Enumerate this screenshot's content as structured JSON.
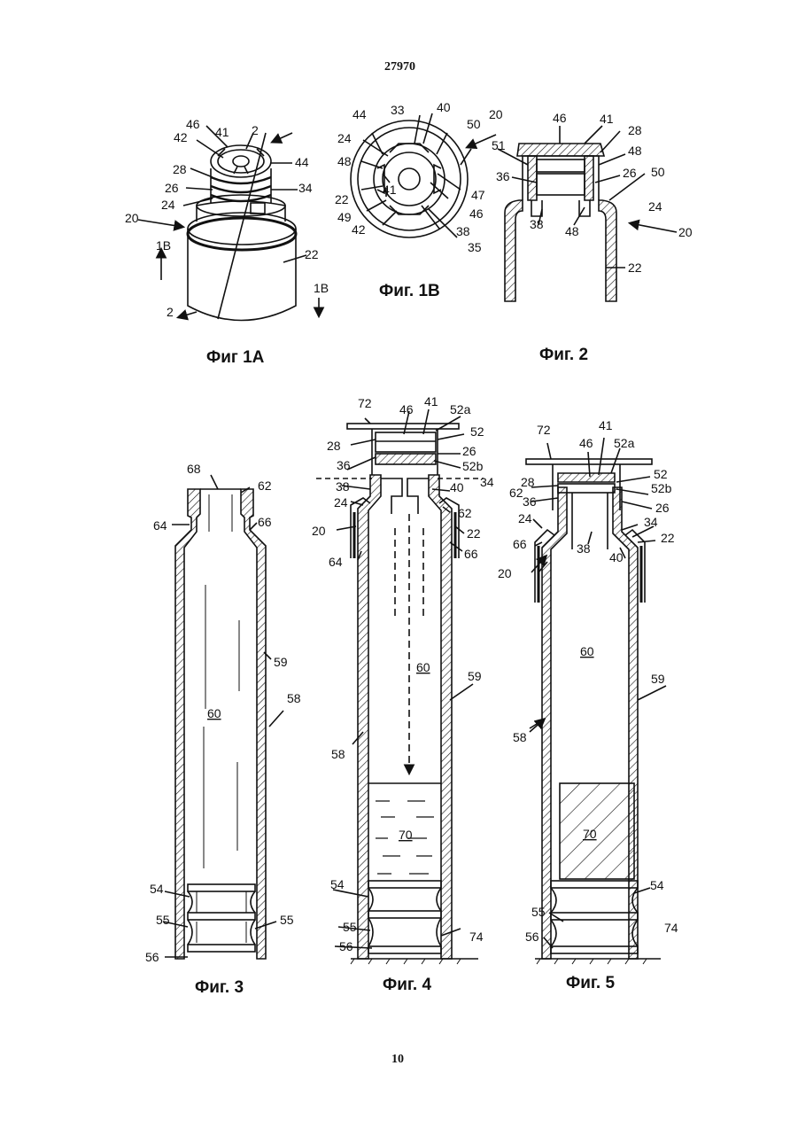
{
  "header": {
    "patent_number": "27970"
  },
  "footer": {
    "page_number": "10"
  },
  "figures": [
    {
      "id": "fig1a",
      "caption": "Фиг 1A",
      "labels": [
        "46",
        "41",
        "2",
        "42",
        "44",
        "28",
        "34",
        "26",
        "24",
        "20",
        "22",
        "1B",
        "1B",
        "2"
      ]
    },
    {
      "id": "fig1b",
      "caption": "Фиг. 1B",
      "labels": [
        "44",
        "33",
        "40",
        "50",
        "20",
        "24",
        "48",
        "22",
        "49",
        "42",
        "41",
        "47",
        "46",
        "38",
        "35"
      ]
    },
    {
      "id": "fig2",
      "caption": "Фиг. 2",
      "labels": [
        "46",
        "41",
        "28",
        "51",
        "48",
        "36",
        "26",
        "50",
        "24",
        "38",
        "48",
        "20",
        "22"
      ]
    },
    {
      "id": "fig3",
      "caption": "Фиг. 3",
      "labels": [
        "68",
        "62",
        "64",
        "66",
        "59",
        "60",
        "58",
        "54",
        "55",
        "55",
        "56"
      ]
    },
    {
      "id": "fig4",
      "caption": "Фиг. 4",
      "labels": [
        "72",
        "46",
        "41",
        "52a",
        "52",
        "28",
        "26",
        "36",
        "52b",
        "38",
        "34",
        "40",
        "24",
        "62",
        "20",
        "22",
        "64",
        "66",
        "60",
        "59",
        "58",
        "70",
        "54",
        "55",
        "56",
        "74"
      ]
    },
    {
      "id": "fig5",
      "caption": "Фиг. 5",
      "labels": [
        "72",
        "41",
        "46",
        "52a",
        "52",
        "28",
        "62",
        "52b",
        "36",
        "26",
        "24",
        "34",
        "66",
        "22",
        "38",
        "40",
        "20",
        "60",
        "59",
        "58",
        "70",
        "54",
        "55",
        "56",
        "74"
      ]
    }
  ]
}
